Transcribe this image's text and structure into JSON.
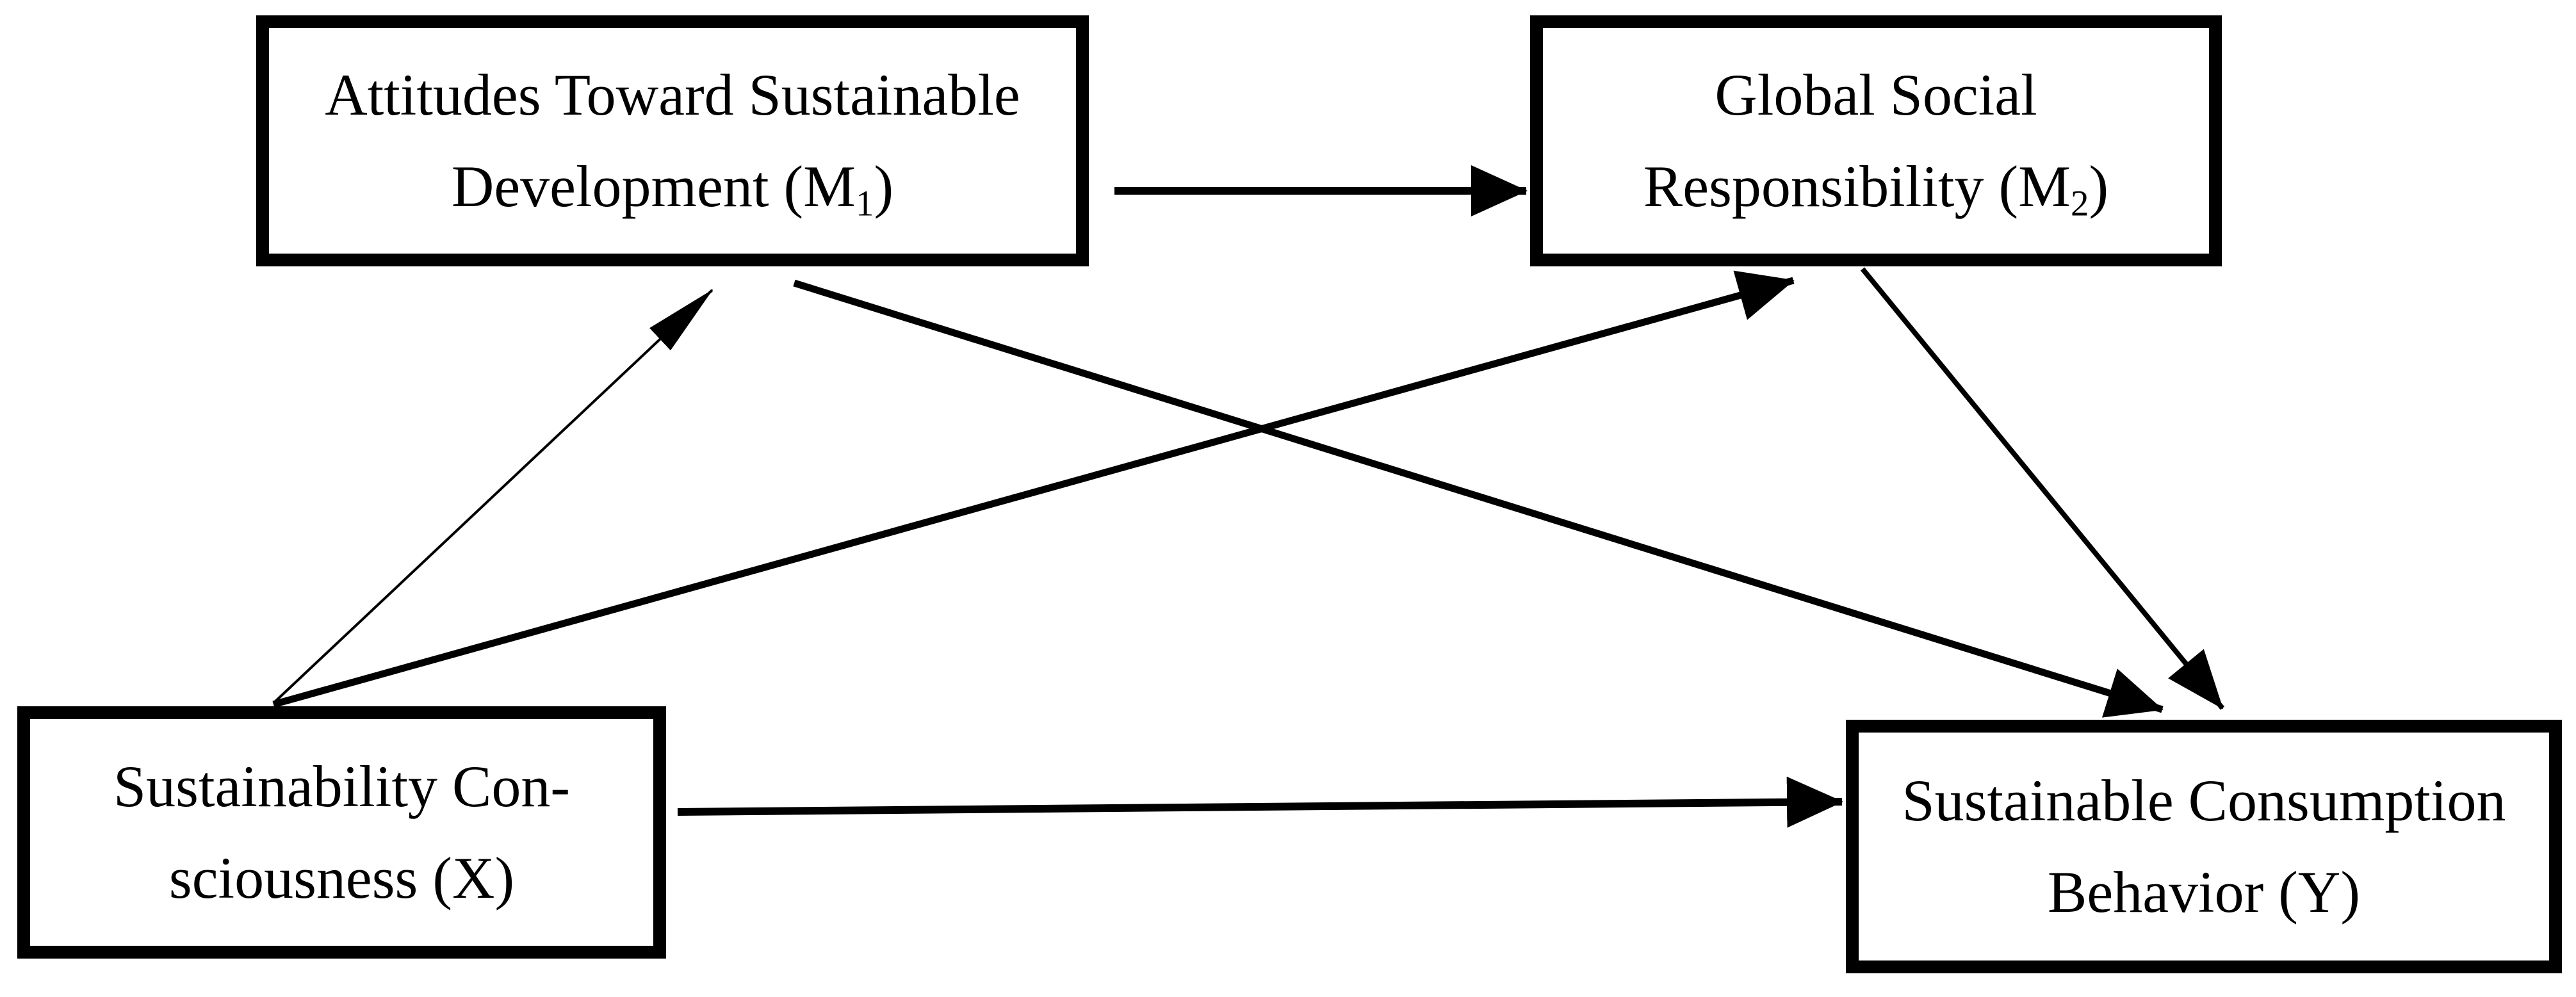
{
  "diagram": {
    "background_color": "#ffffff",
    "box_border_color": "#000000",
    "text_color": "#000000",
    "arrow_color": "#000000",
    "nodes": {
      "m1": {
        "id": "M1",
        "line1": "Attitudes Toward Sustainable",
        "line2_pre": "Development (M",
        "line2_sub": "1",
        "line2_post": ")"
      },
      "m2": {
        "id": "M2",
        "line1": "Global Social",
        "line2_pre": "Responsibility (M",
        "line2_sub": "2",
        "line2_post": ")"
      },
      "x": {
        "id": "X",
        "line1": "Sustainability Con-",
        "line2": "sciousness (X)"
      },
      "y": {
        "id": "Y",
        "line1": "Sustainable Consumption",
        "line2": "Behavior (Y)"
      }
    },
    "edges": [
      {
        "from": "X",
        "to": "M1"
      },
      {
        "from": "X",
        "to": "M2"
      },
      {
        "from": "X",
        "to": "Y"
      },
      {
        "from": "M1",
        "to": "M2"
      },
      {
        "from": "M1",
        "to": "Y"
      },
      {
        "from": "M2",
        "to": "Y"
      }
    ]
  }
}
